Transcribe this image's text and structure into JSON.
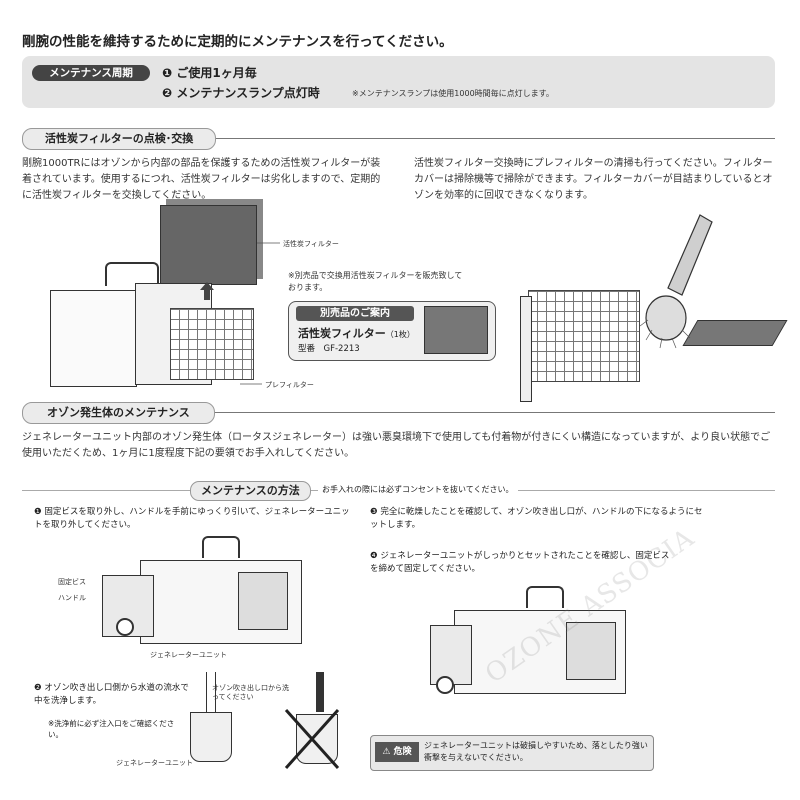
{
  "main_title": "剛腕の性能を維持するために定期的にメンテナンスを行ってください。",
  "schedule": {
    "badge": "メンテナンス周期",
    "item1": "❶ ご使用1ヶ月毎",
    "item2": "❷ メンテナンスランプ点灯時",
    "item2_note": "※メンテナンスランプは使用1000時間毎に点灯します。"
  },
  "filter_section": {
    "heading": "活性炭フィルターの点検･交換",
    "left_text": "剛腕1000TRにはオゾンから内部の部品を保護するための活性炭フィルターが装着されています。使用するにつれ、活性炭フィルターは劣化しますので、定期的に活性炭フィルターを交換してください。",
    "right_text": "活性炭フィルター交換時にプレフィルターの清掃も行ってください。フィルターカバーは掃除機等で掃除ができます。フィルターカバーが目詰まりしているとオゾンを効率的に回収できなくなります。",
    "label_carbon": "活性炭フィルター",
    "label_pre": "プレフィルター",
    "sold_note": "※別売品で交換用活性炭フィルターを販売致しております。",
    "option_badge": "別売品のご案内",
    "option_name": "活性炭フィルター",
    "option_qty": "（1枚）",
    "option_model": "型番　GF-2213"
  },
  "ozone_section": {
    "heading": "オゾン発生体のメンテナンス",
    "text": "ジェネレーターユニット内部のオゾン発生体（ロータスジェネレーター）は強い悪臭環境下で使用しても付着物が付きにくい構造になっていますが、より良い状態でご使用いただくため、1ヶ月に1度程度下記の要領でお手入れしてください。"
  },
  "method": {
    "heading": "メンテナンスの方法",
    "note": "お手入れの際には必ずコンセントを抜いてください。",
    "step1": "❶ 固定ビスを取り外し、ハンドルを手前にゆっくり引いて、ジェネレーターユニットを取り外してください。",
    "step2": "❷ オゾン吹き出し口側から水道の流水で中を洗浄します。",
    "step2_note": "※洗浄前に必ず注入口をご確認ください。",
    "step3": "❸ 完全に乾燥したことを確認して、オゾン吹き出し口が、ハンドルの下になるようにセットします。",
    "step4": "❹ ジェネレーターユニットがしっかりとセットされたことを確認し、固定ビスを締めて固定してください。",
    "label_screw": "固定ビス",
    "label_handle": "ハンドル",
    "label_unit1": "ジェネレーターユニット",
    "label_unit2": "ジェネレーターユニット",
    "label_outlet": "オゾン吹き出し口から洗ってください"
  },
  "warning": {
    "badge": "⚠ 危険",
    "text": "ジェネレーターユニットは破損しやすいため、落としたり強い衝撃を与えないでください。"
  },
  "watermark": "OZONE ASSOCIA"
}
